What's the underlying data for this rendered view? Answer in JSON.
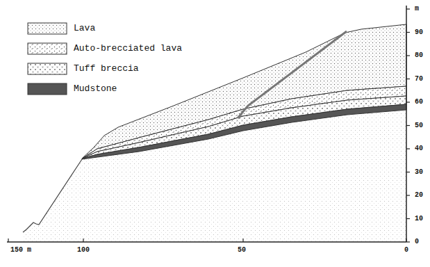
{
  "diagram": {
    "labels": [
      "m",
      "90",
      "80",
      "70",
      "60",
      "50",
      "40",
      "30",
      "20",
      "10",
      "0",
      "150 m",
      "100",
      "50",
      "0"
    ],
    "legend": [
      {
        "text": "Lava"
      },
      {
        "text": "Auto-brecciated lava"
      },
      {
        "text": "Tuff breccia"
      },
      {
        "text": "Mudstone",
        "color": "#555555"
      }
    ]
  }
}
